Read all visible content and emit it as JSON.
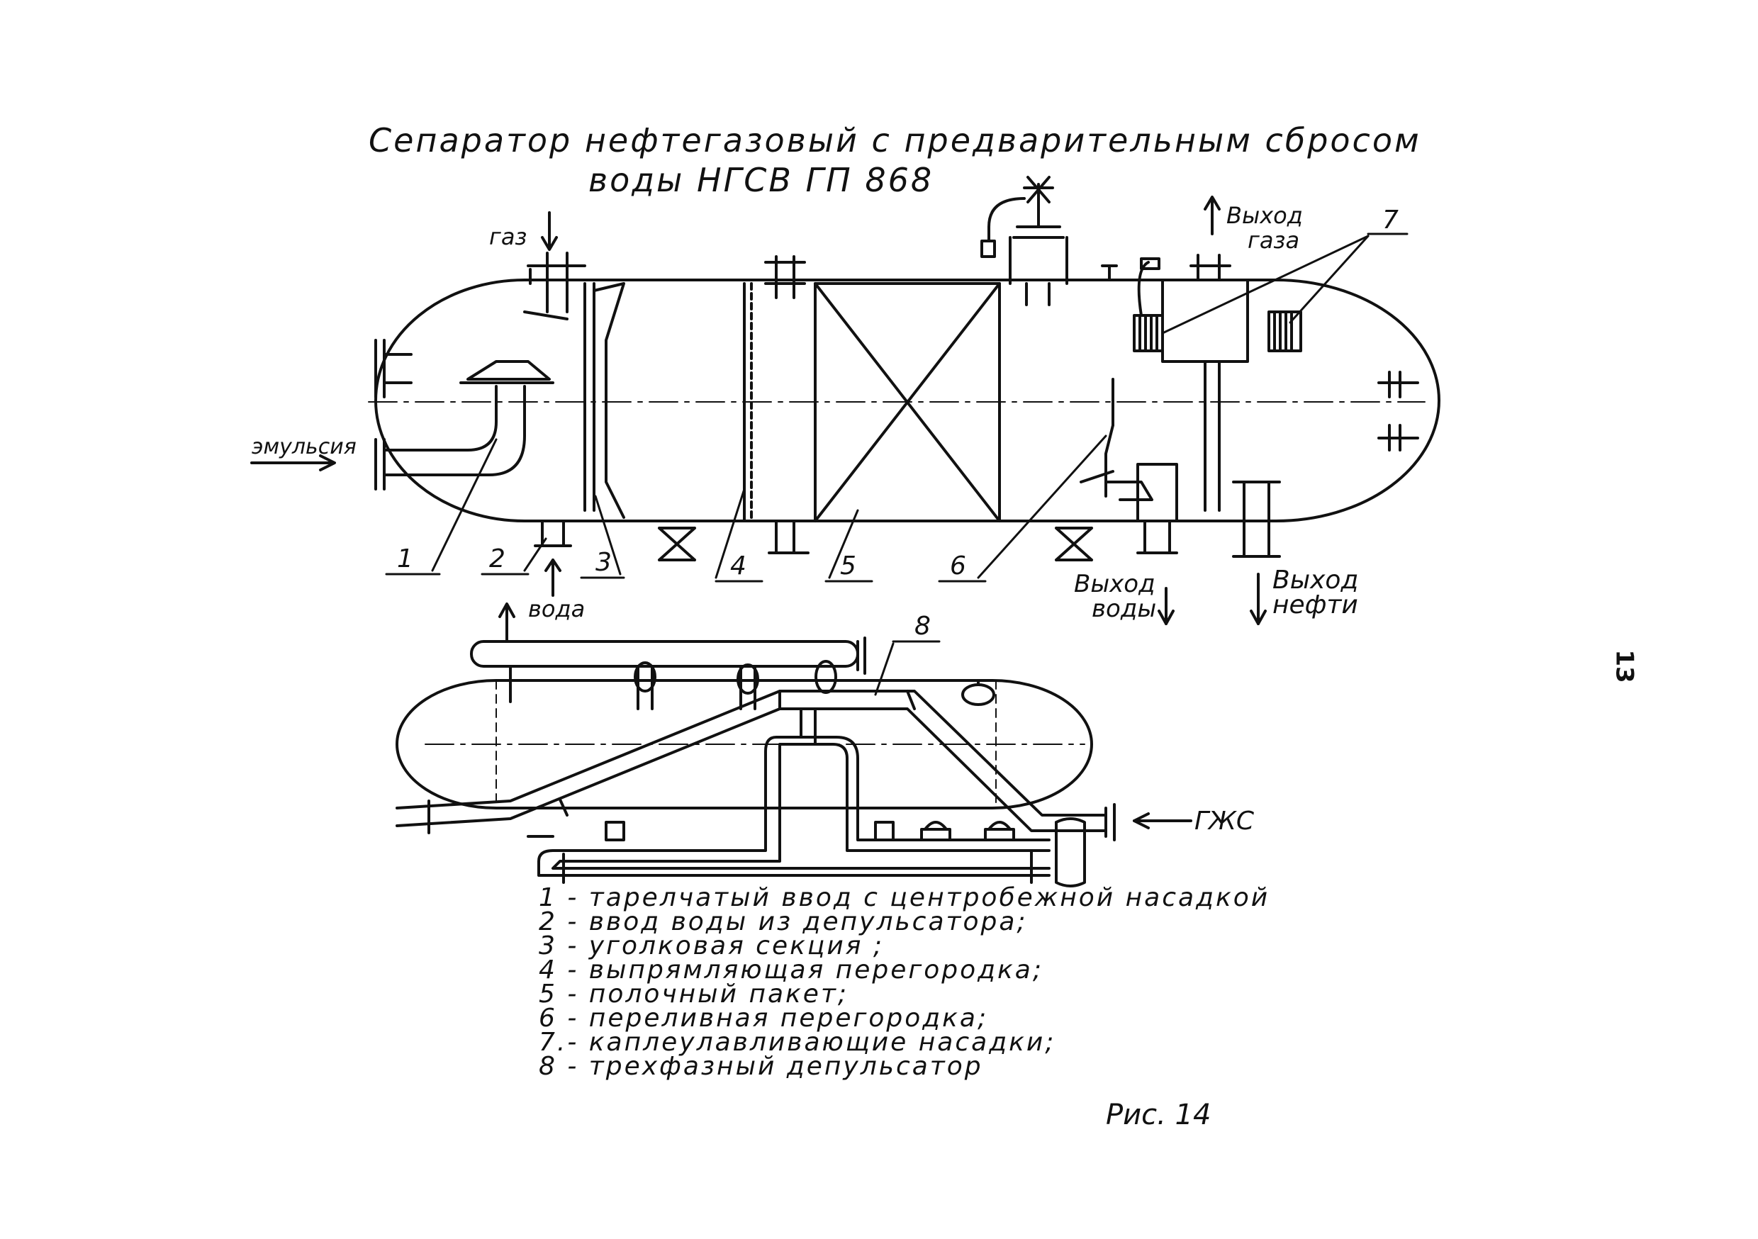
{
  "title": {
    "line1": "Сепаратор нефтегазовый с предварительным сбросом",
    "line2": "воды НГСВ ГП 868"
  },
  "labels": {
    "gas": "газ",
    "emulsion": "эмульсия",
    "water_in": "вода",
    "gas_out_1": "Выход",
    "gas_out_2": "газа",
    "water_out_1": "Выход",
    "water_out_2": "воды",
    "oil_out_1": "Выход",
    "oil_out_2": "нефти",
    "gzhs": "ГЖС"
  },
  "callouts": {
    "c1": "1",
    "c2": "2",
    "c3": "3",
    "c4": "4",
    "c5": "5",
    "c6": "6",
    "c7": "7",
    "c8": "8"
  },
  "legend": [
    "1 - тарелчатый ввод с центробежной насадкой",
    "2 - ввод воды из депульсатора;",
    "3 - уголковая секция ;",
    "4 - выпрямляющая перегородка;",
    "5 - полочный пакет;",
    "6 - переливная перегородка;",
    "7.- каплеулавливающие насадки;",
    "8 - трехфазный депульсатор"
  ],
  "figure_label": "Рис. 14",
  "page_number": "13"
}
